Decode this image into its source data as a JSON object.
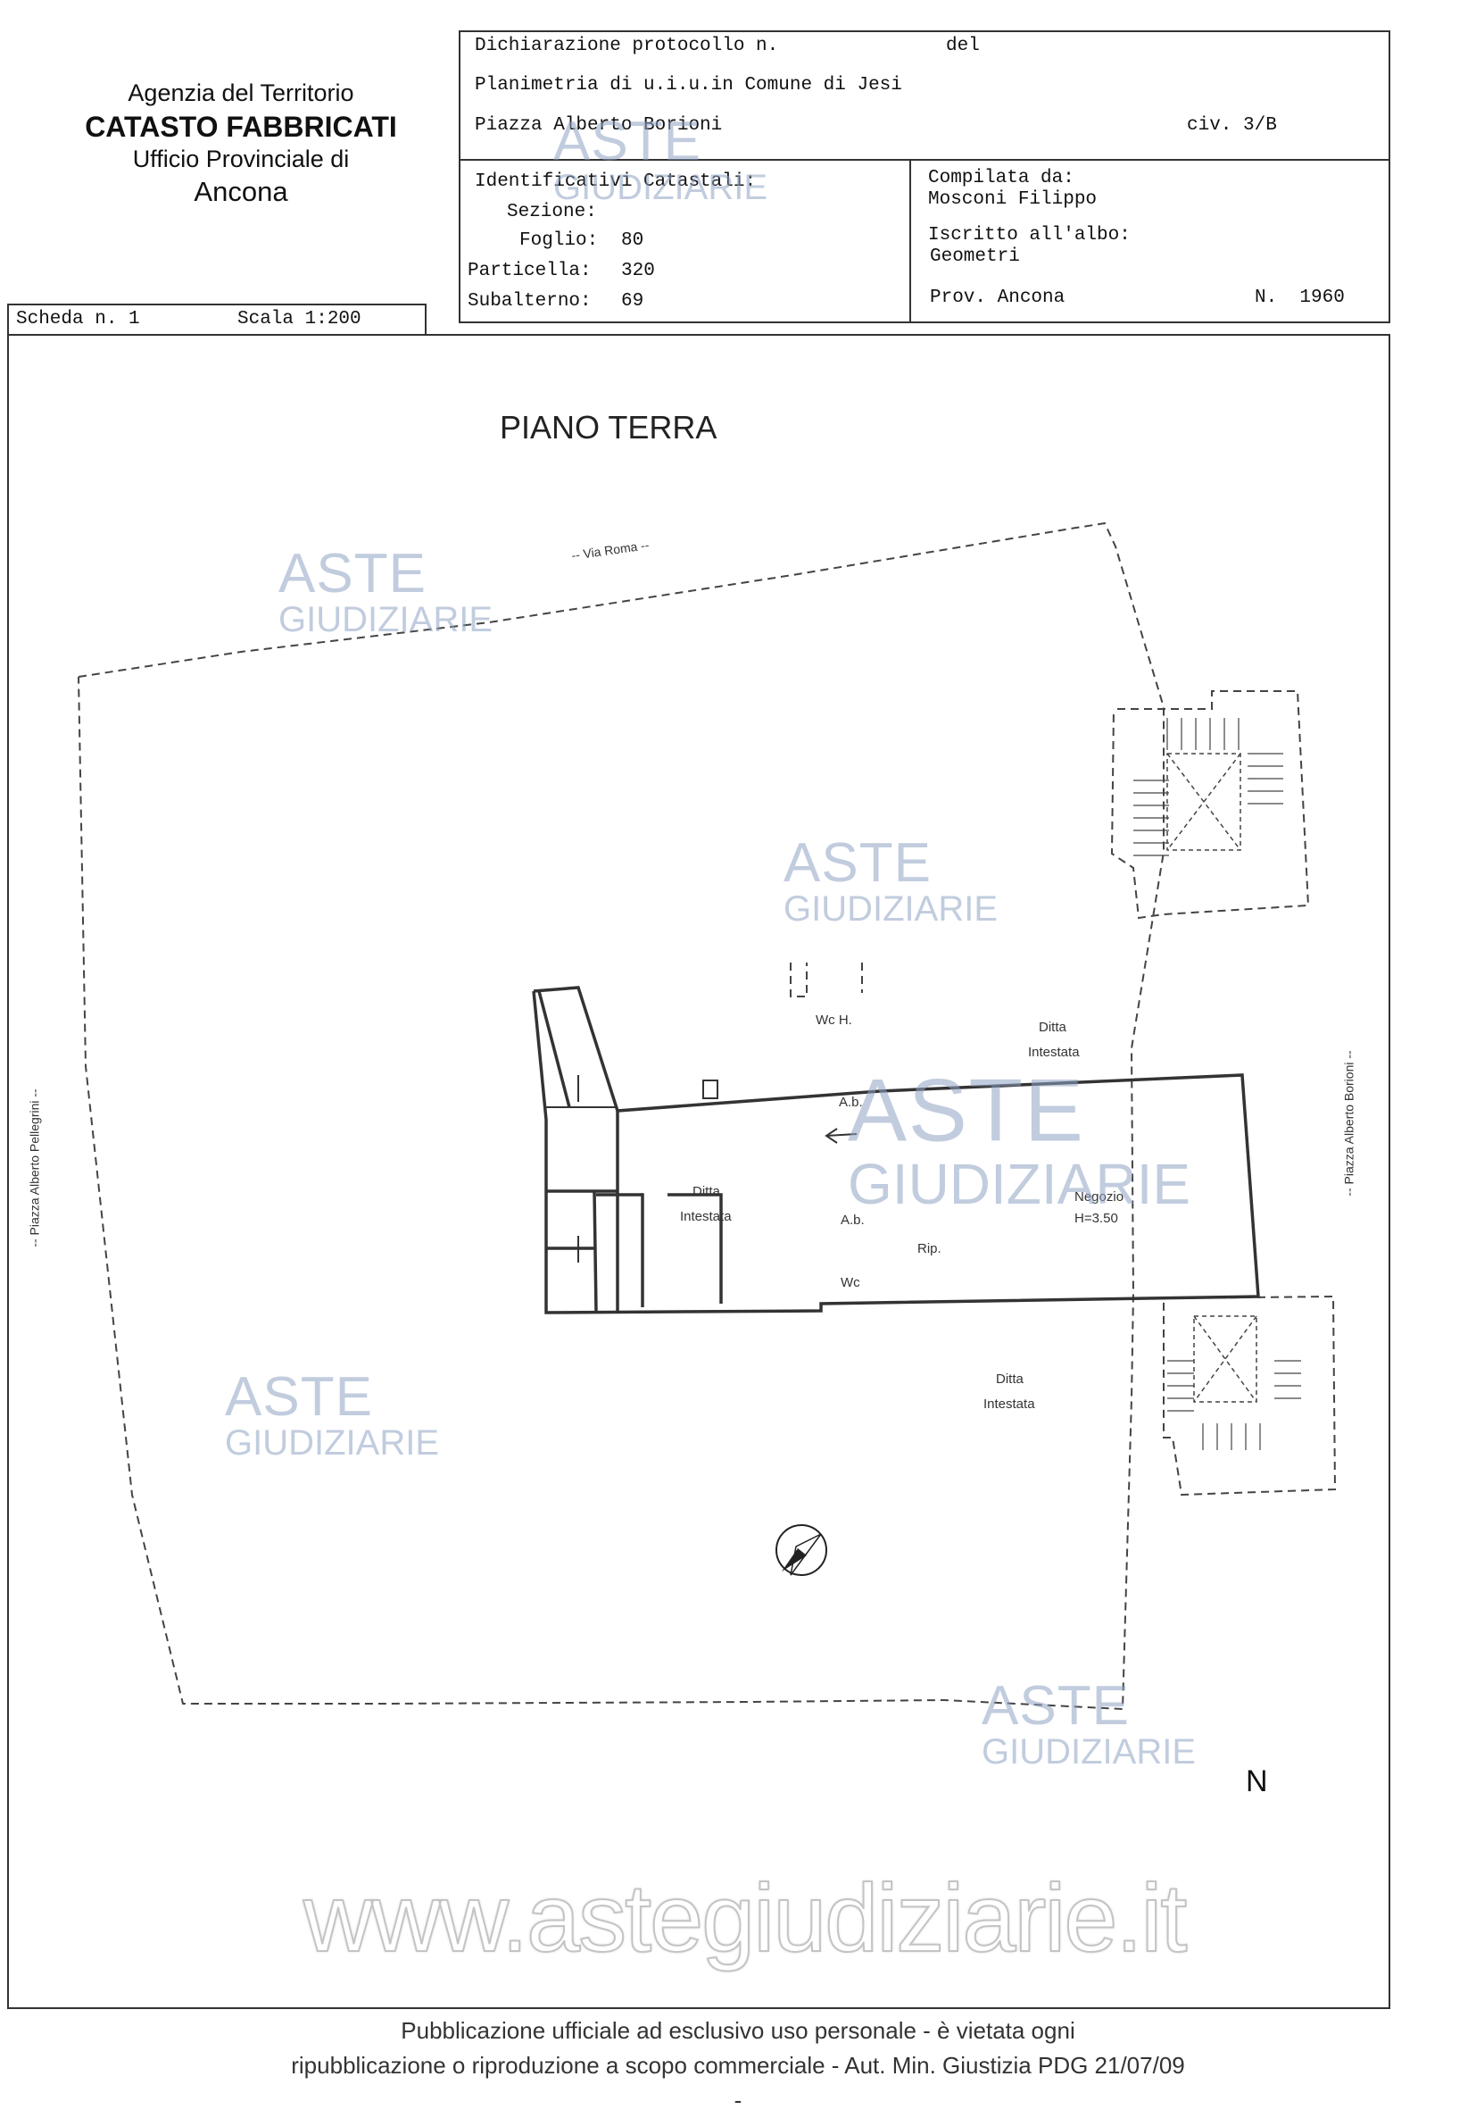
{
  "agency": {
    "line1": "Agenzia del Territorio",
    "line2": "CATASTO FABBRICATI",
    "line3": "Ufficio Provinciale di",
    "line4": "Ancona"
  },
  "declaration": {
    "protocol_label": "Dichiarazione protocollo n.",
    "date_label": "del",
    "plan_line": "Planimetria di u.i.u.in Comune di Jesi",
    "address": "Piazza Alberto Borioni",
    "civic": "civ. 3/B"
  },
  "identifiers": {
    "title": "Identificativi Catastali:",
    "sezione_label": "Sezione:",
    "foglio_label": "Foglio:",
    "foglio": "80",
    "particella_label": "Particella:",
    "particella": "320",
    "subalterno_label": "Subalterno:",
    "subalterno": "69"
  },
  "compiler": {
    "label": "Compilata da:",
    "name": "Mosconi Filippo",
    "albo_label": "Iscritto all'albo:",
    "albo": "Geometri",
    "prov": "Prov. Ancona",
    "number": "N.  1960"
  },
  "sheet": {
    "scheda": "Scheda n. 1",
    "scala": "Scala 1:200"
  },
  "plan": {
    "floor_title": "PIANO TERRA",
    "streets": {
      "north": "-- Via Roma --",
      "west": "-- Piazza Alberto Pellegrini --",
      "east": "-- Piazza Alberto Borioni --"
    },
    "rooms": {
      "wch": "Wc H.",
      "ab1": "A.b.",
      "ab2": "A.b.",
      "wc": "Wc",
      "rip": "Rip.",
      "negozio": "Negozio",
      "height": "H=3.50"
    },
    "ditta1a": "Ditta",
    "ditta1b": "Intestata",
    "ditta2a": "Ditta",
    "ditta2b": "Intestata",
    "ditta3a": "Ditta",
    "ditta3b": "Intestata",
    "north_arrow": "N"
  },
  "watermark": {
    "aste": "ASTE",
    "giudiziarie": "GIUDIZIARIE",
    "website": "www.astegiudiziarie.it"
  },
  "footer": {
    "line1": "Pubblicazione ufficiale ad esclusivo uso personale - è vietata ogni",
    "line2": "ripubblicazione o riproduzione a scopo commerciale - Aut. Min. Giustizia PDG 21/07/09",
    "line3": "-"
  }
}
